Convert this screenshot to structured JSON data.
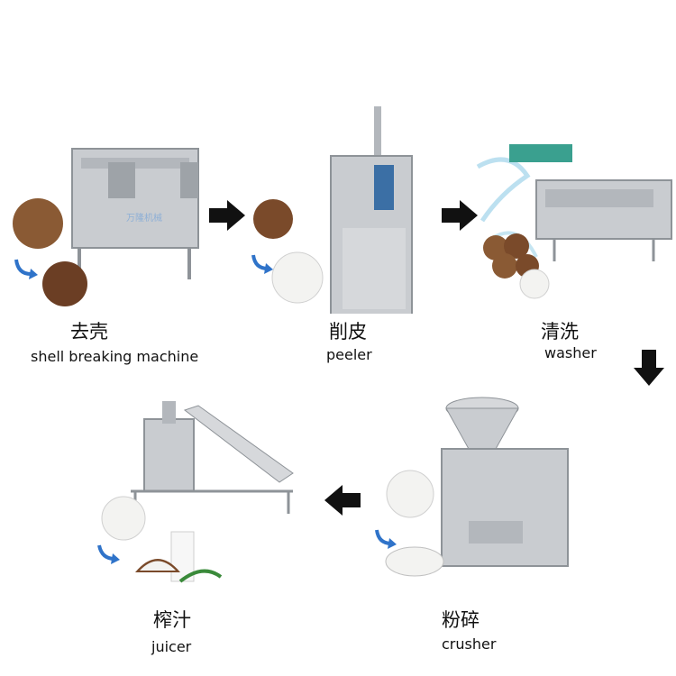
{
  "steps": [
    {
      "cn": "去壳",
      "en": "shell breaking machine"
    },
    {
      "cn": "削皮",
      "en": "peeler"
    },
    {
      "cn": "清洗",
      "en": "washer"
    },
    {
      "cn": "粉碎",
      "en": "crusher"
    },
    {
      "cn": "榨汁",
      "en": "juicer"
    }
  ],
  "watermark": "万隆机械",
  "colors": {
    "steel": "#c9ccd0",
    "steel_dark": "#8e9398",
    "coconut_brown": "#7a4a2a",
    "coconut_white": "#f3f3f1",
    "transition_arrow": "#2f73c9",
    "flow_arrow": "#111111",
    "water": "#9fd3ea",
    "leaf": "#3a8a3a"
  },
  "icons": [
    "right-arrow-icon",
    "down-arrow-icon",
    "left-arrow-icon",
    "curved-arrow-icon"
  ]
}
